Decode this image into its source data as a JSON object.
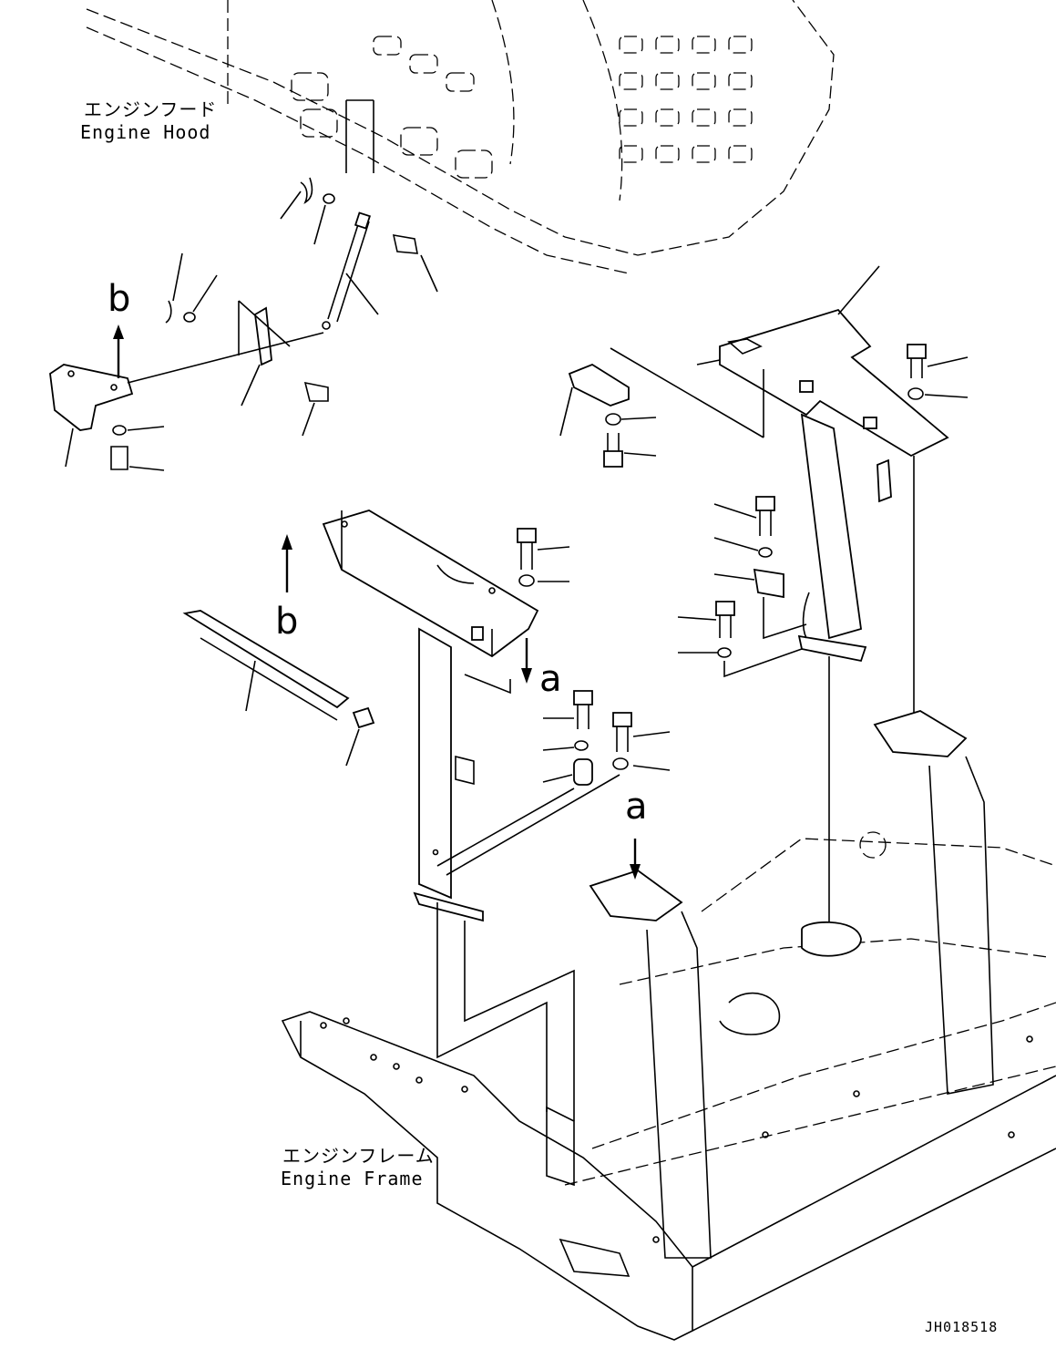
{
  "labels": {
    "engine_hood_jp": "エンジンフード",
    "engine_hood_en": "Engine Hood",
    "engine_frame_jp": "エンジンフレーム",
    "engine_frame_en": "Engine Frame"
  },
  "view_markers": {
    "b_top": "b",
    "b_mid": "b",
    "a_mid": "a",
    "a_low": "a"
  },
  "drawing_number": "JH018518"
}
